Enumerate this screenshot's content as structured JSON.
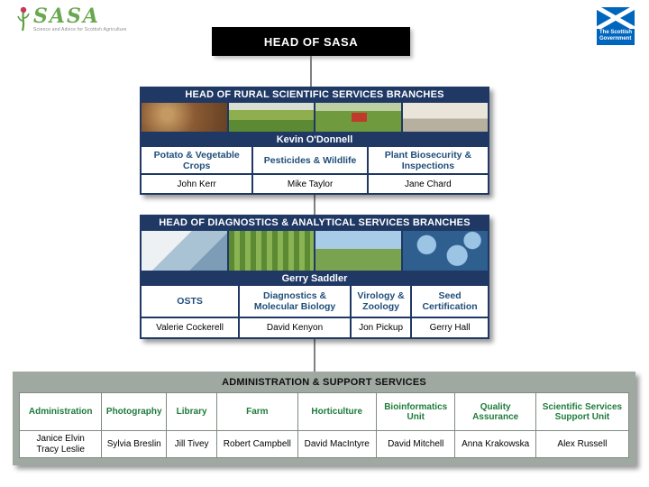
{
  "logos": {
    "sasa_text": "SASA",
    "sasa_tagline": "Science and Advice for Scottish Agriculture",
    "gov_text": "The Scottish Government"
  },
  "org": {
    "head_title": "HEAD OF SASA",
    "sections": [
      {
        "title": "HEAD OF RURAL SCIENTIFIC SERVICES BRANCHES",
        "leader": "Kevin O'Donnell",
        "photos": [
          "potato-crop",
          "field-spraying",
          "tractor-field",
          "livestock"
        ],
        "columns": [
          {
            "label": "Potato & Vegetable Crops",
            "name": "John Kerr"
          },
          {
            "label": "Pesticides & Wildlife",
            "name": "Mike Taylor"
          },
          {
            "label": "Plant Biosecurity & Inspections",
            "name": "Jane Chard"
          }
        ]
      },
      {
        "title": "HEAD OF DIAGNOSTICS & ANALYTICAL SERVICES BRANCHES",
        "leader": "Gerry Saddler",
        "photos": [
          "lab-scientist",
          "crop-rows",
          "landscape",
          "microscopy-cells"
        ],
        "columns": [
          {
            "label": "OSTS",
            "name": "Valerie Cockerell"
          },
          {
            "label": "Diagnostics & Molecular Biology",
            "name": "David Kenyon"
          },
          {
            "label": "Virology & Zoology",
            "name": "Jon Pickup"
          },
          {
            "label": "Seed Certification",
            "name": "Gerry Hall"
          }
        ]
      }
    ],
    "admin": {
      "title": "ADMINISTRATION & SUPPORT SERVICES",
      "columns": [
        {
          "label": "Administration",
          "name": "Janice Elvin\nTracy Leslie"
        },
        {
          "label": "Photography",
          "name": "Sylvia Breslin"
        },
        {
          "label": "Library",
          "name": "Jill Tivey"
        },
        {
          "label": "Farm",
          "name": "Robert Campbell"
        },
        {
          "label": "Horticulture",
          "name": "David MacIntyre"
        },
        {
          "label": "Bioinformatics Unit",
          "name": "David Mitchell"
        },
        {
          "label": "Quality Assurance",
          "name": "Anna Krakowska"
        },
        {
          "label": "Scientific Services Support Unit",
          "name": "Alex Russell"
        }
      ]
    }
  },
  "colors": {
    "navy": "#1F3864",
    "branch_header_blue": "#1F4E79",
    "admin_header_green": "#1E7B3C",
    "admin_bg": "#A0A9A1",
    "gov_blue": "#0065BD",
    "sasa_green": "#6AA84F",
    "head_box_bg": "#000000"
  }
}
